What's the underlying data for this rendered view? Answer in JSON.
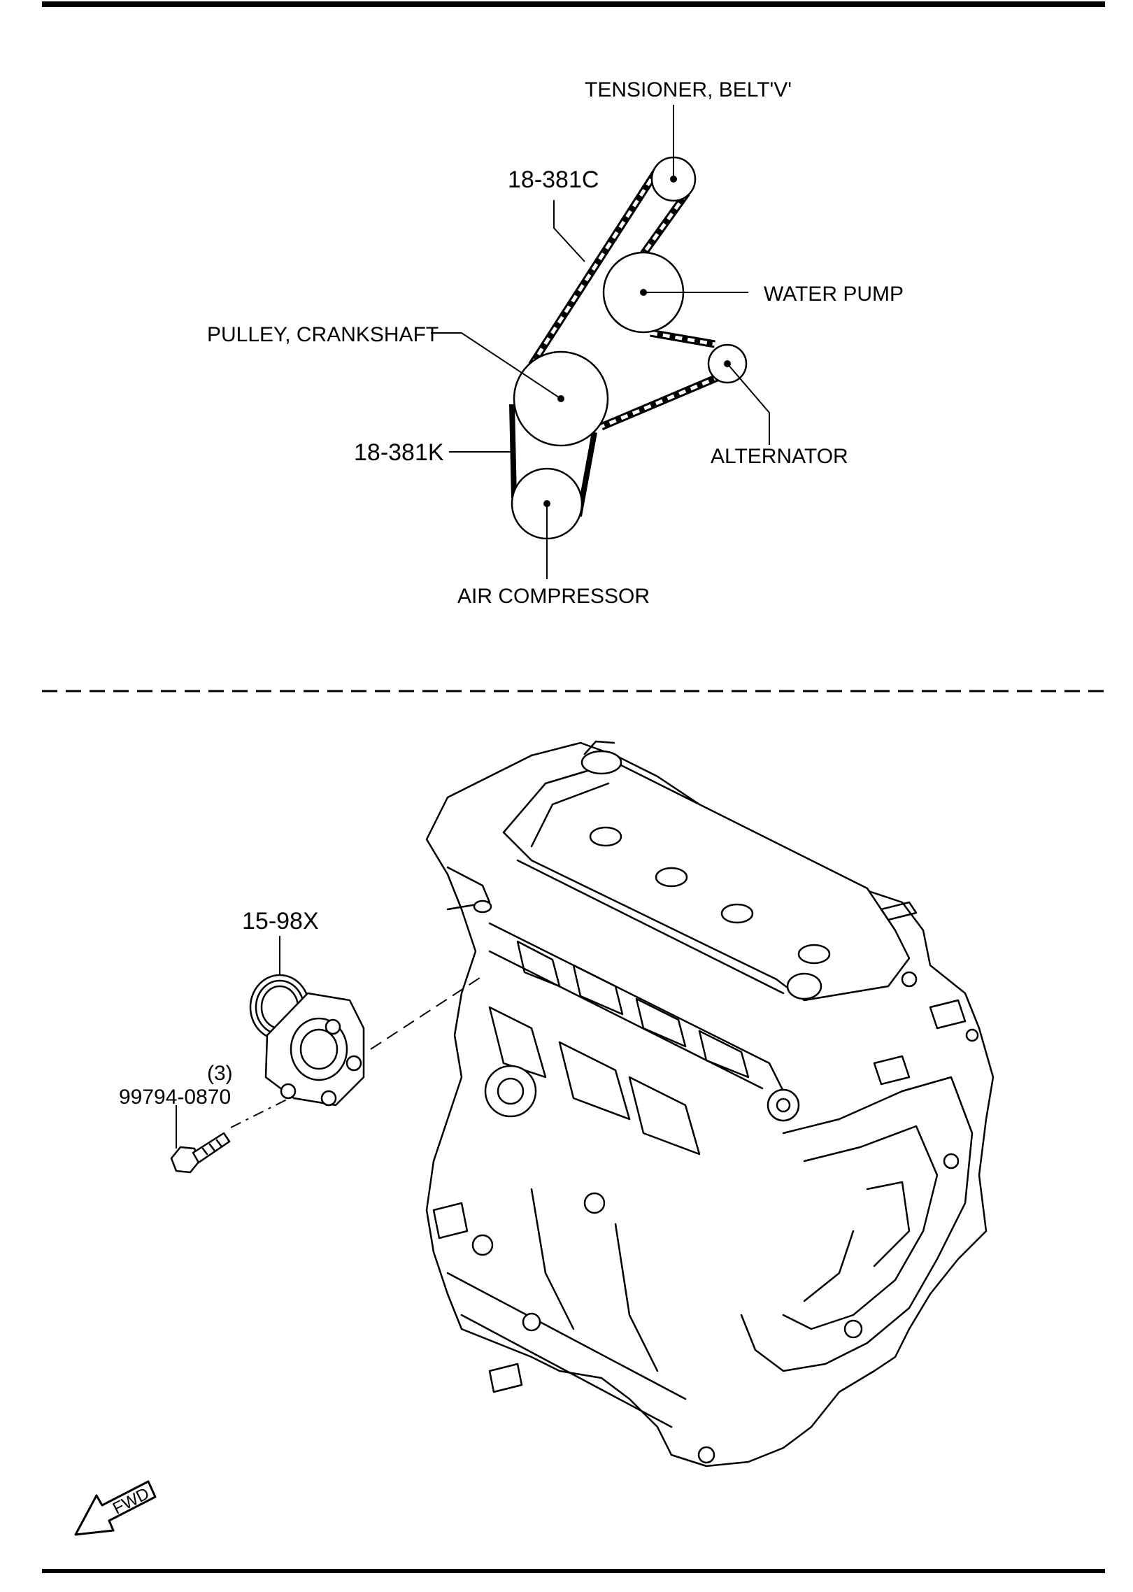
{
  "belt_diagram": {
    "labels": {
      "tensioner": "TENSIONER, BELT'V'",
      "belt_c": "18-381C",
      "water_pump": "WATER PUMP",
      "crankshaft": "PULLEY, CRANKSHAFT",
      "belt_k": "18-381K",
      "alternator": "ALTERNATOR",
      "air_compressor": "AIR COMPRESSOR"
    }
  },
  "engine_diagram": {
    "labels": {
      "part_tensioner": "15-98X",
      "bolt_qty": "(3)",
      "bolt_part": "99794-0870"
    },
    "fwd_label": "FWD"
  }
}
